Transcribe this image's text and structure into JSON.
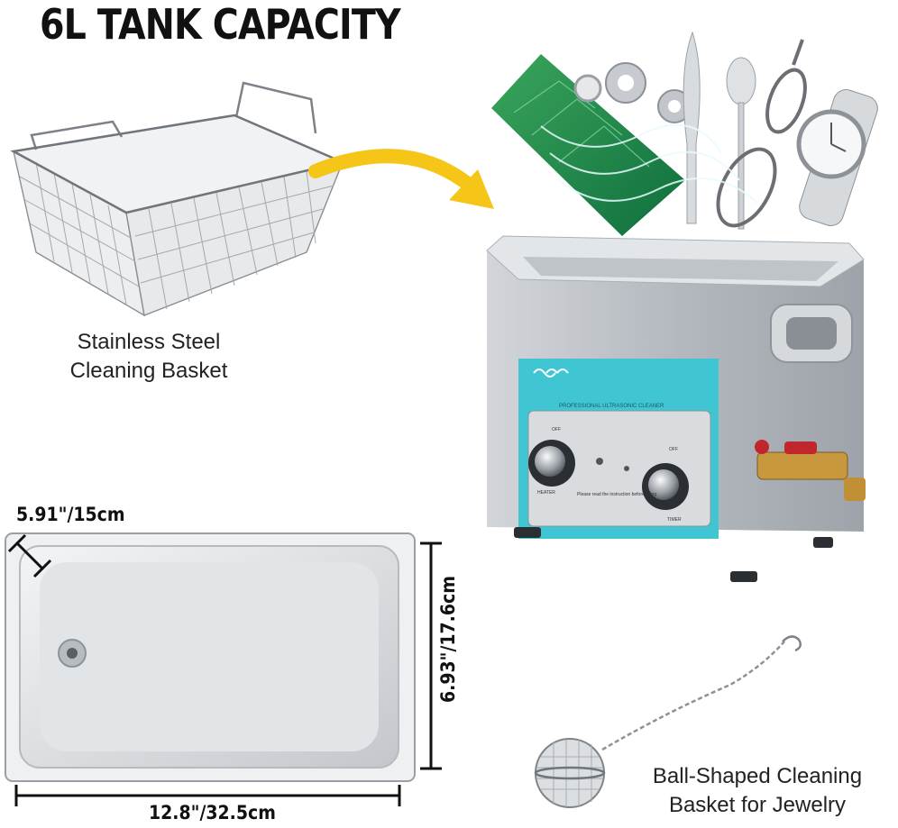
{
  "title": "6L TANK CAPACITY",
  "basket_caption": {
    "line1": "Stainless Steel",
    "line2": "Cleaning Basket"
  },
  "jewelry_caption": {
    "line1": "Ball-Shaped Cleaning",
    "line2": "Basket for Jewelry"
  },
  "dimensions": {
    "depth": "5.91\"/15cm",
    "width": "6.93\"/17.6cm",
    "length": "12.8\"/32.5cm"
  },
  "panel": {
    "header": "PROFESSIONAL ULTRASONIC CLEANER",
    "note": "Please read the instruction before using",
    "heater_label": "HEATER",
    "timer_label": "TIMER",
    "off_label": "OFF"
  },
  "colors": {
    "arrow": "#f5c518",
    "panel_teal": "#3fc6d2",
    "steel": "#c9cdd1"
  },
  "icons": [
    "curved-arrow-icon",
    "wave-icon"
  ]
}
